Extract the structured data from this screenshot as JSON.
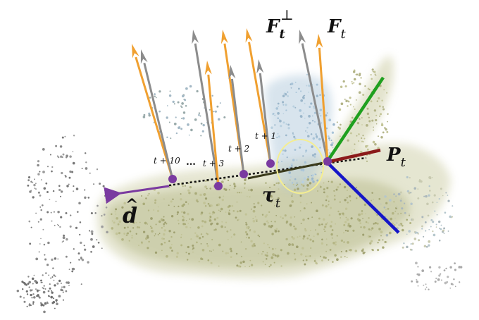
{
  "labels": {
    "F_perp": "F",
    "F_perp_sub": "t",
    "F_perp_sup": "⊥",
    "F": "F",
    "F_sub": "t",
    "P": "P",
    "P_sub": "t",
    "tau": "τ",
    "tau_sub": "t",
    "d_hat": "d",
    "d_hat_accent": "^"
  },
  "steps": {
    "t1": "t + 1",
    "t2": "t + 2",
    "t3": "t + 3",
    "t10": "t + 10",
    "ellipsis": "…"
  },
  "colors": {
    "axis_x": "#8b1a1a",
    "axis_y": "#1fa01f",
    "axis_z": "#1515c8",
    "point": "#7a3aa0",
    "direction": "#7a3aa0",
    "force_orange": "#f0a030",
    "force_gray": "#8c8c8c",
    "circle": "#f5ee90",
    "cloud_main": "#bdbf8f",
    "cloud_blue": "#a9c4d8",
    "cloud_gray": "#8a8a8a"
  }
}
